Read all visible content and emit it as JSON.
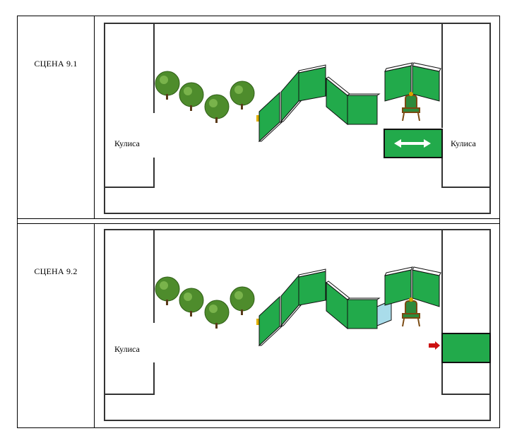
{
  "scenes": [
    {
      "label": "СЦЕНА 9.1",
      "wing_left": "Кулиса",
      "wing_right": "Кулиса",
      "indicator": "double-arrow-icon"
    },
    {
      "label": "СЦЕНА 9.2",
      "wing_left": "Кулиса",
      "indicator": "red-arrow-icon"
    }
  ],
  "colors": {
    "panel_green": "#22aa4b",
    "tree_green": "#4e8c2c",
    "light_blue_panel": "#a9dcea",
    "arrow_red": "#cc1111",
    "arrow_white": "#ffffff",
    "wall": "#333333"
  }
}
